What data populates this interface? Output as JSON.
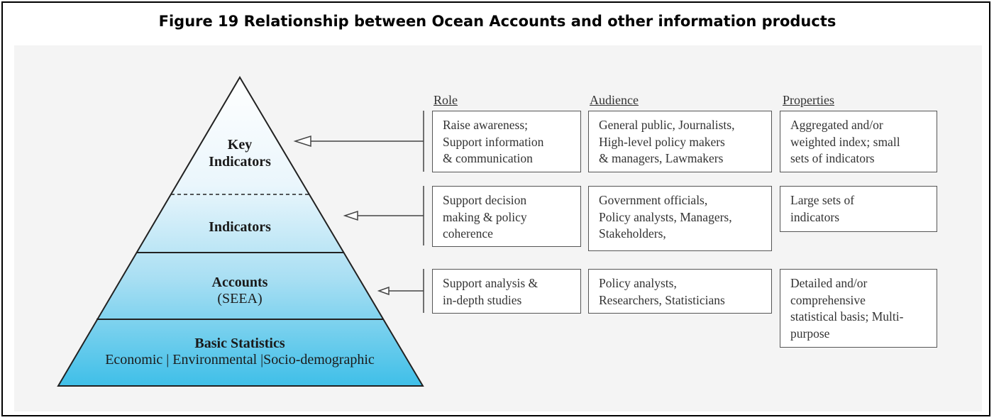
{
  "figure_title": "Figure 19 Relationship between Ocean Accounts and other information products",
  "columns": {
    "role": "Role",
    "audience": "Audience",
    "properties": "Properties"
  },
  "pyramid": {
    "tiers": [
      {
        "label": "Key",
        "label2": "Indicators"
      },
      {
        "label": "Indicators"
      },
      {
        "label": "Accounts",
        "sub": "(SEEA)"
      },
      {
        "label": "Basic Statistics",
        "sub": "Economic | Environmental |Socio-demographic"
      }
    ],
    "colors": {
      "top": "#ffffff",
      "bottom": "#3fbfe8",
      "outline": "#222222"
    }
  },
  "rows": [
    {
      "role": [
        "Raise awareness;",
        "Support information",
        "& communication"
      ],
      "audience": [
        "General public, Journalists,",
        "High-level policy makers",
        "& managers, Lawmakers"
      ],
      "properties": [
        "Aggregated and/or",
        "weighted index; small",
        "sets of indicators"
      ]
    },
    {
      "role": [
        "Support decision",
        "making & policy",
        "coherence"
      ],
      "audience": [
        "Government officials,",
        "Policy analysts, Managers,",
        "Stakeholders,"
      ],
      "properties": [
        "Large sets of",
        "indicators"
      ]
    },
    {
      "role": [
        "Support analysis &",
        "in-depth studies"
      ],
      "audience": [
        "Policy analysts,",
        "Researchers, Statisticians"
      ],
      "properties": [
        "Detailed and/or",
        "comprehensive",
        "statistical basis; Multi-",
        "purpose"
      ]
    }
  ]
}
